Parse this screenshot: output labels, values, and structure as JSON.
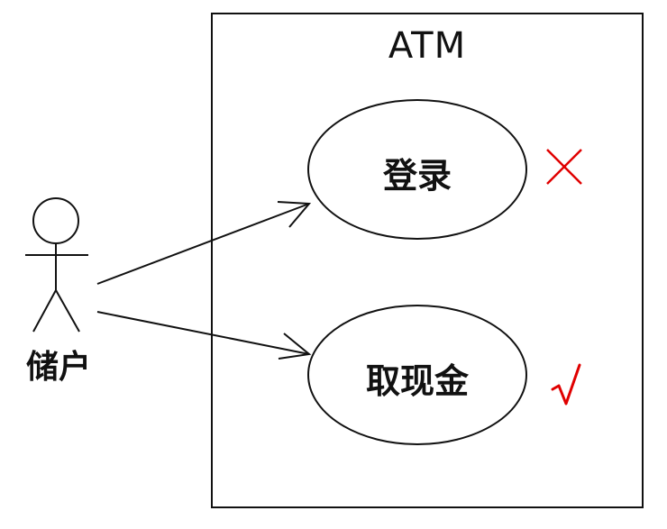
{
  "system": {
    "title": "ATM"
  },
  "actor": {
    "label": "储户"
  },
  "use_cases": [
    {
      "label": "登录",
      "mark": "cross",
      "mark_color": "#e00000"
    },
    {
      "label": "取现金",
      "mark": "check",
      "mark_color": "#e00000"
    }
  ],
  "colors": {
    "line": "#111111",
    "mark": "#e00000",
    "background": "#ffffff"
  }
}
